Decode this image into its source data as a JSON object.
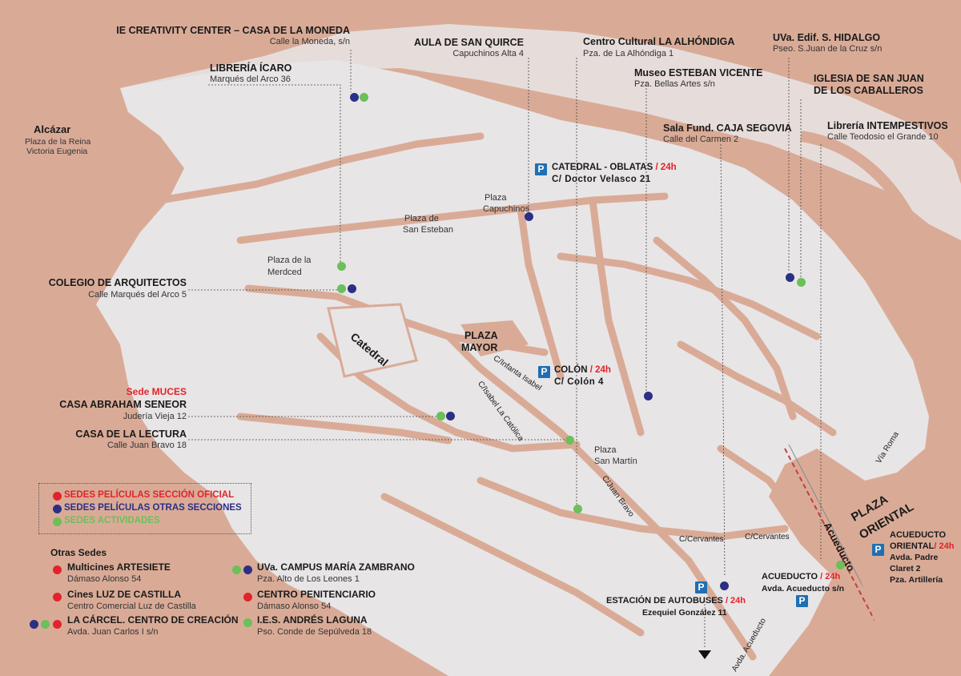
{
  "map": {
    "alcazar": {
      "name": "Alcázar",
      "addr1": "Plaza de la Reina",
      "addr2": "Victoria Eugenia"
    },
    "area_labels": {
      "catedral": "Catedral",
      "plaza_mayor_1": "PLAZA",
      "plaza_mayor_2": "MAYOR",
      "plaza_oriental_1": "PLAZA",
      "plaza_oriental_2": "ORIENTAL",
      "acueducto_road": "Acueducto",
      "plaza_esteban_1": "Plaza de",
      "plaza_esteban_2": "San Esteban",
      "plaza_merced_1": "Plaza de la",
      "plaza_merced_2": "Merdced",
      "plaza_capuchinos_1": "Plaza",
      "plaza_capuchinos_2": "Capuchinos",
      "plaza_sanmartin_1": "Plaza",
      "plaza_sanmartin_2": "San Martín"
    },
    "streets": {
      "infanta": "C/Infanta Isabel",
      "isabel": "C/Isabel  La Católica",
      "juanbravo": "C/Juan Bravo",
      "cervantes1": "C/Cervantes",
      "cervantes2": "C/Cervantes",
      "viaroma": "Vía Roma",
      "avda_acueducto": "Avda. Acueducto"
    },
    "venues": {
      "moneda": {
        "name": "IE CREATIVITY CENTER – CASA DE LA MONEDA",
        "addr": "Calle la Moneda, s/n"
      },
      "icaro": {
        "name": "LIBRERÍA ÍCARO",
        "addr": "Marqués del Arco 36"
      },
      "quirce": {
        "name": "AULA DE SAN QUIRCE",
        "addr": "Capuchinos Alta 4"
      },
      "alhondiga": {
        "name": "Centro Cultural LA ALHÓNDIGA",
        "addr": "Pza. de La Alhóndiga 1"
      },
      "hidalgo": {
        "name": "UVa. Edif. S. HIDALGO",
        "addr": "Pseo. S.Juan de la Cruz s/n"
      },
      "vicente": {
        "name": "Museo ESTEBAN VICENTE",
        "addr": "Pza. Bellas Artes s/n"
      },
      "iglesia": {
        "name1": "IGLESIA DE SAN JUAN",
        "name2": "DE LOS CABALLEROS"
      },
      "caja": {
        "name": "Sala Fund. CAJA SEGOVIA",
        "addr": "Calle del Carmen 2"
      },
      "intempestivos": {
        "name": "Librería INTEMPESTIVOS",
        "addr": "Calle Teodosio el Grande 10"
      },
      "arquitectos": {
        "name": "COLEGIO DE ARQUITECTOS",
        "addr": "Calle Marqués del Arco 5"
      },
      "muces": {
        "tag": "Sede MUCES",
        "name": "CASA ABRAHAM SENEOR",
        "addr": "Judería Vieja 12"
      },
      "lectura": {
        "name": "CASA DE LA LECTURA",
        "addr": "Calle Juan Bravo 18"
      }
    },
    "parking": {
      "symbol": "P",
      "oblatas": {
        "name": "CATEDRAL - OBLATAS",
        "hours": "/ 24h",
        "addr": "C/ Doctor Velasco 21"
      },
      "colon": {
        "name": "COLÓN",
        "hours": "/ 24h",
        "addr": "C/ Colón 4"
      },
      "oriental": {
        "name1": "ACUEDUCTO",
        "name2": "ORIENTAL",
        "hours": "/ 24h",
        "addr1": "Avda. Padre",
        "addr2": "Claret 2",
        "addr3": "Pza. Artillería"
      },
      "acueducto": {
        "name": "ACUEDUCTO",
        "hours": "/ 24h",
        "addr": "Avda. Acueducto s/n"
      },
      "autobuses": {
        "name": "ESTACIÓN DE AUTOBUSES",
        "hours": "/ 24h",
        "addr": "Ezequiel González 11"
      }
    },
    "legend": {
      "oficial": "SEDES PELÍCULAS SECCIÓN OFICIAL",
      "otras": "SEDES PELÍCULAS OTRAS SECCIONES",
      "actividades": "SEDES ACTIVIDADES",
      "colors": {
        "oficial": "#e2232a",
        "otras": "#2b2f86",
        "actividades": "#6cbf5a"
      }
    },
    "otras_sedes": {
      "title": "Otras Sedes",
      "items": [
        {
          "name": "Multicines ARTESIETE",
          "addr": "Dámaso Alonso 54"
        },
        {
          "name": "Cines LUZ DE CASTILLA",
          "addr": "Centro Comercial Luz de Castilla"
        },
        {
          "name": "LA CÁRCEL. CENTRO DE CREACIÓN",
          "addr": "Avda. Juan Carlos I s/n"
        },
        {
          "name": "UVa. CAMPUS MARÍA ZAMBRANO",
          "addr": "Pza. Alto de Los Leones 1"
        },
        {
          "name": "CENTRO PENITENCIARIO",
          "addr": "Dámaso Alonso 54"
        },
        {
          "name": "I.E.S. ANDRÉS LAGUNA",
          "addr": "Pso. Conde de Sepúlveda 18"
        }
      ]
    }
  }
}
